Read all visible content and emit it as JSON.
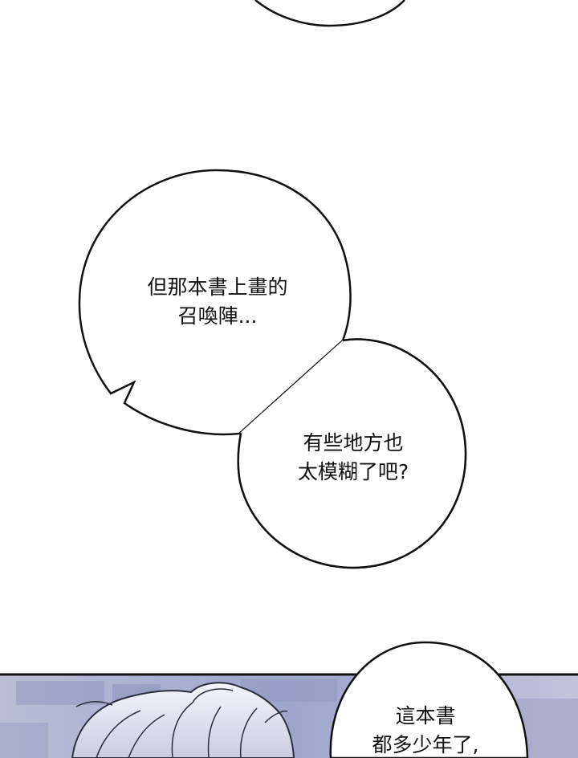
{
  "panel_1": {
    "bubble_1": {
      "lines": [
        "但那本書上畫的",
        "召喚陣..."
      ]
    },
    "bubble_2": {
      "lines": [
        "有些地方也",
        "太模糊了吧?"
      ]
    }
  },
  "panel_2": {
    "bubble_3": {
      "lines": [
        "這本書",
        "都多少年了,"
      ]
    }
  }
}
